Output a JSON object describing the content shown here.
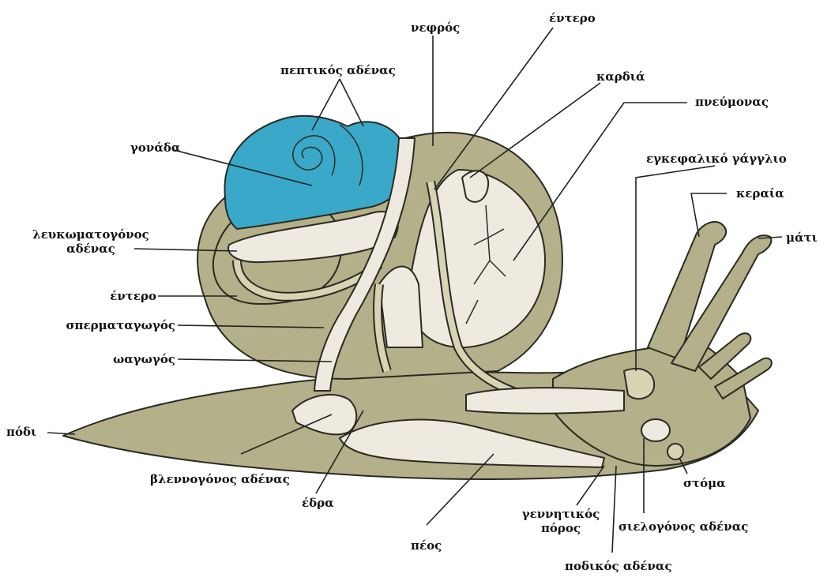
{
  "labels": {
    "peptic_gland": "πεπτικός αδένας",
    "gonad": "γονάδα",
    "kidney": "νεφρός",
    "intestine_top": "έντερο",
    "heart": "καρδιά",
    "lung": "πνεύμονας",
    "cerebral_ganglion": "εγκεφαλικό γάγγλιο",
    "tentacle": "κεραία",
    "eye": "μάτι",
    "albumen_gland_1": "λευκωματογόνος",
    "albumen_gland_2": "αδένας",
    "intestine_left": "έντερο",
    "sperm_duct": "σπερματαγωγός",
    "oviduct": "ωαγωγός",
    "foot": "πόδι",
    "mucus_gland": "βλεννογόνος αδένας",
    "anus": "έδρα",
    "penis": "πέος",
    "genital_pore_1": "γεννητικός",
    "genital_pore_2": "πόρος",
    "salivary_gland": "σιελογόνος αδένας",
    "pedal_gland": "ποδικός αδένας",
    "mouth": "στόμα"
  },
  "colors": {
    "body": "#b3b08a",
    "body_dark": "#8f8c68",
    "organ_light": "#eeeae0",
    "digestive_gland": "#3aa8c8",
    "outline": "#2a2a22",
    "leader_line": "#222222"
  }
}
